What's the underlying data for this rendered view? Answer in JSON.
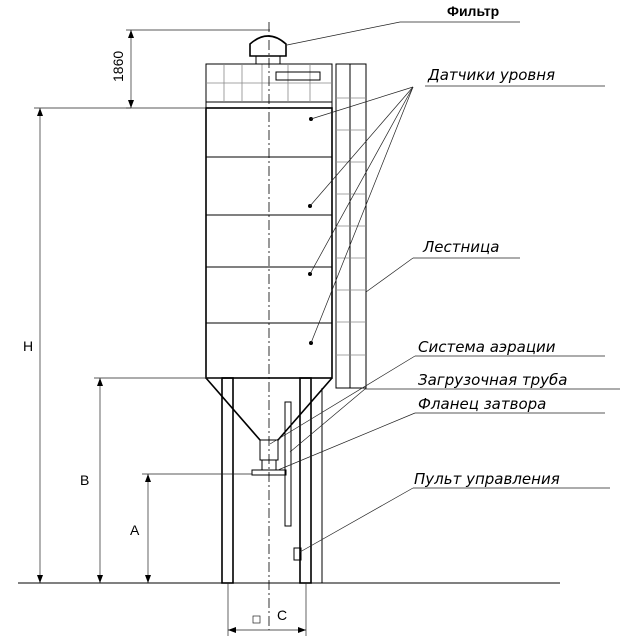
{
  "labels": {
    "filter": "Фильтр",
    "level_sensors": "Датчики уровня",
    "ladder": "Лестница",
    "aeration": "Система аэрации",
    "loading_pipe": "Загрузочная труба",
    "gate_flange": "Фланец затвора",
    "control_panel": "Пульт управления"
  },
  "dimensions": {
    "filter_height": "1860",
    "H": "H",
    "B": "B",
    "A": "A",
    "C": "C"
  }
}
